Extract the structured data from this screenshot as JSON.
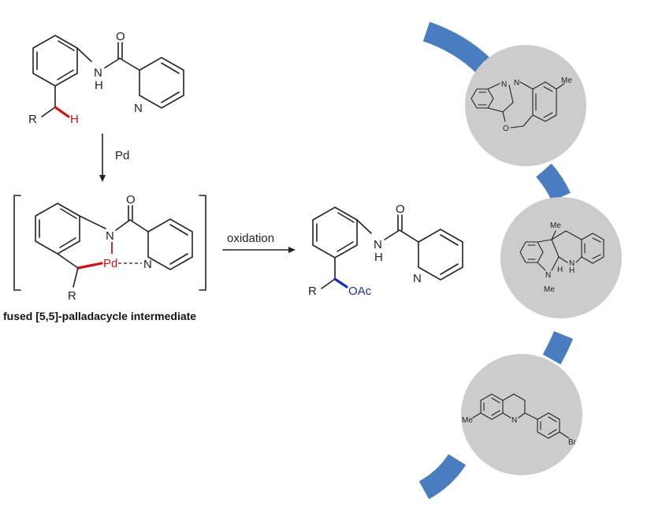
{
  "scheme": {
    "sm_labels": {
      "carbonyl_o": "O",
      "amide_nh": "N",
      "amide_h": "H",
      "pyridine_n": "N",
      "r_group": "R",
      "activated_h": "H"
    },
    "step1": {
      "reagent": "Pd"
    },
    "intermediate": {
      "labels": {
        "carbonyl_o": "O",
        "amide_n": "N",
        "metal": "Pd",
        "pyridine_n": "N",
        "r_group": "R"
      },
      "caption": "fused [5,5]-palladacycle intermediate"
    },
    "step2": {
      "reagent": "oxidation"
    },
    "product": {
      "labels": {
        "carbonyl_o": "O",
        "amide_nh": "N",
        "amide_h": "H",
        "pyridine_n": "N",
        "r_group": "R",
        "acetoxy": "OAc"
      }
    }
  },
  "applications": [
    {
      "labels": {
        "n1": "N",
        "n2": "N",
        "o": "O",
        "me": "Me"
      }
    },
    {
      "labels": {
        "me_top": "Me",
        "n_nh": "N",
        "h_nh": "H",
        "h_ring": "H",
        "n_me": "N",
        "me_n": "Me"
      }
    },
    {
      "labels": {
        "me": "Me",
        "n": "N",
        "br": "Br"
      }
    }
  ],
  "colors": {
    "accent_blue": "#4a7cc0",
    "circle_gray": "#cccccc",
    "bond_highlight_red": "#d11111",
    "bond_highlight_blue": "#1b2fb5",
    "bond_black": "#222222"
  }
}
